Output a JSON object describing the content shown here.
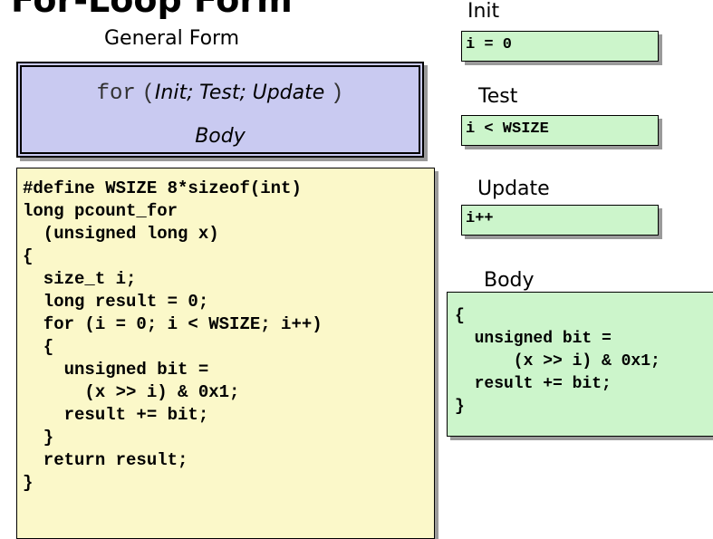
{
  "title": "For-Loop Form",
  "general": {
    "heading": "General Form",
    "keyword": "for",
    "open_paren": "(",
    "init": "Init;",
    "test": "Test;",
    "update": "Update",
    "close_paren": ")",
    "body": "Body"
  },
  "code": [
    "#define WSIZE 8*sizeof(int)",
    "long pcount_for",
    "  (unsigned long x)",
    "{",
    "  size_t i;",
    "  long result = 0;",
    "  for (i = 0; i < WSIZE; i++)",
    "  {",
    "    unsigned bit =",
    "      (x >> i) & 0x1;",
    "    result += bit;",
    "  }",
    "  return result;",
    "}"
  ],
  "init": {
    "heading": "Init",
    "code": "i = 0"
  },
  "test": {
    "heading": "Test",
    "code": "i < WSIZE"
  },
  "update": {
    "heading": "Update",
    "code": "i++"
  },
  "body": {
    "heading": "Body",
    "code": [
      "{",
      "  unsigned bit =",
      "      (x >> i) & 0x1;",
      "  result += bit;",
      "}"
    ]
  }
}
